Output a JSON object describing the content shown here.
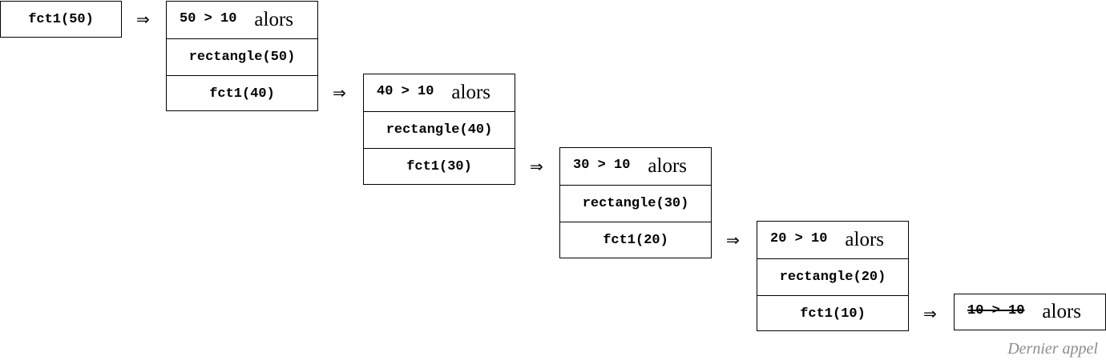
{
  "start": {
    "label": "fct1(50)"
  },
  "arrow_symbol": "⇒",
  "frames": [
    {
      "condition": "50 > 10",
      "keyword": "alors",
      "action": "rectangle(50)",
      "next_call": "fct1(40)"
    },
    {
      "condition": "40 > 10",
      "keyword": "alors",
      "action": "rectangle(40)",
      "next_call": "fct1(30)"
    },
    {
      "condition": "30 > 10",
      "keyword": "alors",
      "action": "rectangle(30)",
      "next_call": "fct1(20)"
    },
    {
      "condition": "20 > 10",
      "keyword": "alors",
      "action": "rectangle(20)",
      "next_call": "fct1(10)"
    }
  ],
  "last_frame": {
    "condition": "10 > 10",
    "keyword": "alors",
    "condition_struck": true
  },
  "note": "Dernier appel"
}
